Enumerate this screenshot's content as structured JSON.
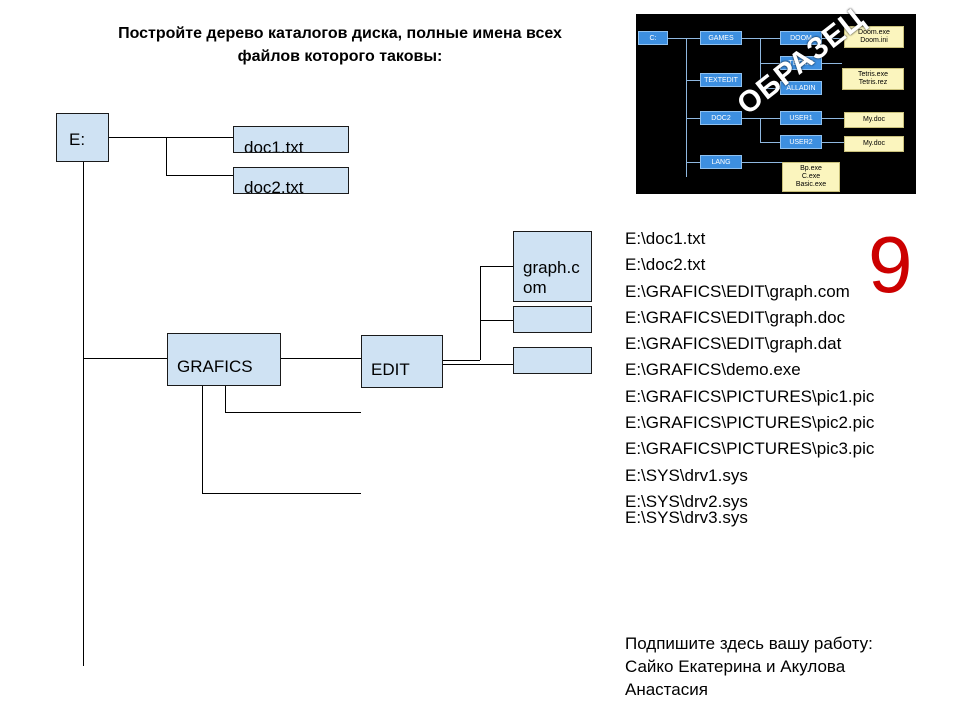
{
  "task": {
    "title_line1": "Постройте дерево каталогов диска, полные имена всех",
    "title_line2": "файлов которого таковы:"
  },
  "tree": {
    "root": "E:",
    "doc1": "doc1.txt",
    "doc2": "doc2.txt",
    "grafics": "GRAFICS",
    "edit": "EDIT",
    "graph_com": "graph.com",
    "graph_doc": "",
    "graph_dat": ""
  },
  "paths": [
    "E:\\doc1.txt",
    "E:\\doc2.txt",
    "E:\\GRAFICS\\EDIT\\graph.com",
    "E:\\GRAFICS\\EDIT\\graph.doc",
    "E:\\GRAFICS\\EDIT\\graph.dat",
    "E:\\GRAFICS\\demo.exe",
    "E:\\GRAFICS\\PICTURES\\pic1.pic",
    "E:\\GRAFICS\\PICTURES\\pic2.pic",
    "E:\\GRAFICS\\PICTURES\\pic3.pic",
    "E:\\SYS\\drv1.sys",
    "E:\\SYS\\drv2.sys",
    "E:\\SYS\\drv3.sys"
  ],
  "variant_number": "9",
  "signature": {
    "prompt": "Подпишите здесь вашу работу:",
    "line1": "Сайко Екатерина и Акулова",
    "line2": "Анастасия"
  },
  "sample": {
    "stamp": "ОБРАЗЕЦ",
    "c": "C:",
    "games": "GAMES",
    "textedit": "TEXTEDIT",
    "doc2": "DOC2",
    "lang": "LANG",
    "doom": "DOOM",
    "tetris": "TETRIS",
    "alladin": "ALLADIN",
    "user1": "USER1",
    "user2": "USER2",
    "doom_files1": "Doom.exe",
    "doom_files2": "Doom.ini",
    "tetris_files1": "Tetris.exe",
    "tetris_files2": "Tetris.rez",
    "mydoc1": "My.doc",
    "mydoc2": "My.doc",
    "lang_files1": "Bp.exe",
    "lang_files2": "C.exe",
    "lang_files3": "Basic.exe"
  },
  "colors": {
    "box_fill": "#cfe2f3",
    "variant_number": "#cc0000",
    "sample_blue": "#3d8fe0",
    "sample_yellow": "#fbf5be"
  }
}
